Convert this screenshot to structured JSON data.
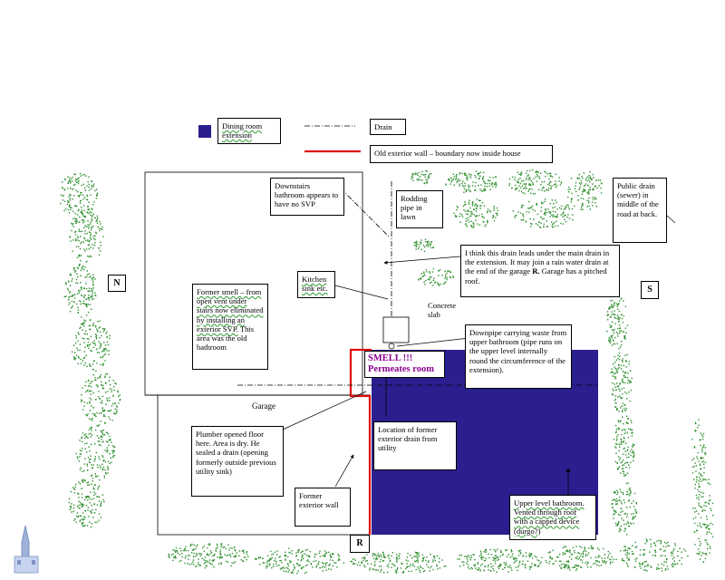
{
  "legend": {
    "extension_label": "Dining room extension",
    "drain_label": "Drain",
    "old_wall_label": "Old exterior wall – boundary now inside house"
  },
  "compass": {
    "north": "N",
    "south": "S"
  },
  "marker_r": "R",
  "labels": {
    "downstairs_bathroom": "Downstairs bathroom appears to have no SVP",
    "rodding_pipe": "Rodding pipe in lawn",
    "public_drain": "Public drain (sewer) in middle of the road at back.",
    "main_drain_note": "I think this drain leads under the main drain in the extension. It may join a rain water drain at the end of the garage",
    "main_drain_note_r": "R.",
    "main_drain_note_tail": " Garage has a pitched roof.",
    "kitchen_sink": "Kitchen sink etc.",
    "concrete_slab": "Concrete slab",
    "former_smell": "Former smell – from open vent under stairs now eliminated by installing an exterior SVP.",
    "former_smell_tail": " This area was the old bathroom",
    "downpipe": "Downpipe carrying waste from upper bathroom (pipe runs on the upper level internally round the circumference of the extension).",
    "smell_line1": "SMELL !!!",
    "smell_line2": "Permeates room",
    "garage": "Garage",
    "plumber": "Plumber opened floor here. Area is dry. He sealed a drain (opening formerly outside previous utility sink)",
    "former_drain": "Location of former exterior drain from utility",
    "former_wall": "Former exterior wall",
    "upper_bathroom": "Upper level bathroom. Vented through roof with a capped device (durgo?)"
  },
  "colors": {
    "extension": "#2b1f8f",
    "old_wall": "#e01010",
    "foliage": "#2f8f2f",
    "smell_text": "#8a0090"
  }
}
